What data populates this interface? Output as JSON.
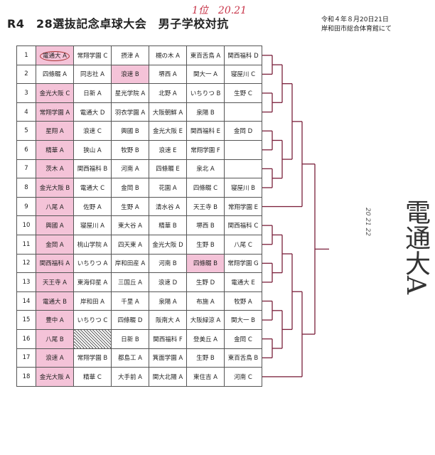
{
  "header": {
    "title": "R4　28選抜記念卓球大会　男子学校対抗",
    "note": "1位　20.21",
    "date": "令和４年８月20日21日",
    "venue": "岸和田市総合体育館にて"
  },
  "highlight_color": "#f4c3d8",
  "groups": [
    {
      "no": "1",
      "teams": [
        "電通大 A",
        "常翔学園 C",
        "摂津 A",
        "槻の木 A",
        "東百舌鳥 A",
        "関西福科 D"
      ],
      "hl": [
        0
      ],
      "circled": 0
    },
    {
      "no": "2",
      "teams": [
        "四條畷 A",
        "同志社 A",
        "浪速 B",
        "堺西 A",
        "関大一 A",
        "寝屋川 C"
      ],
      "hl": [
        2
      ]
    },
    {
      "no": "3",
      "teams": [
        "金光大阪 C",
        "日新 A",
        "星光学院 A",
        "北野 A",
        "いちりつ B",
        "生野 C"
      ],
      "hl": [
        0
      ]
    },
    {
      "no": "4",
      "teams": [
        "常翔学園 A",
        "電通大 D",
        "羽衣学園 A",
        "大阪朝鮮 A",
        "泉陽 B",
        ""
      ],
      "hl": [
        0
      ]
    },
    {
      "no": "5",
      "teams": [
        "星翔 A",
        "浪速 C",
        "興國 B",
        "金光大阪 E",
        "関西福科 E",
        "金岡 D"
      ],
      "hl": [
        0
      ]
    },
    {
      "no": "6",
      "teams": [
        "精華 A",
        "狭山 A",
        "牧野 B",
        "浪速 E",
        "常翔学園 F",
        ""
      ],
      "hl": [
        0
      ]
    },
    {
      "no": "7",
      "teams": [
        "茨木 A",
        "関西福科 B",
        "河南 A",
        "四條畷 E",
        "泉北 A",
        ""
      ],
      "hl": [
        0
      ]
    },
    {
      "no": "8",
      "teams": [
        "金光大阪 B",
        "電通大 C",
        "金岡 B",
        "花園 A",
        "四條畷 C",
        "寝屋川 B"
      ],
      "hl": [
        0
      ]
    },
    {
      "no": "9",
      "teams": [
        "八尾 A",
        "佐野 A",
        "生野 A",
        "清水谷 A",
        "天王寺 B",
        "常翔学園 E"
      ],
      "hl": [
        0
      ]
    },
    {
      "no": "10",
      "teams": [
        "興國 A",
        "寝屋川 A",
        "東大谷 A",
        "精華 B",
        "堺西 B",
        "関西福科 C"
      ],
      "hl": [
        0
      ]
    },
    {
      "no": "11",
      "teams": [
        "金岡 A",
        "桃山学院 A",
        "四天東 A",
        "金光大阪 D",
        "生野 B",
        "八尾 C"
      ],
      "hl": [
        0
      ]
    },
    {
      "no": "12",
      "teams": [
        "関西福科 A",
        "いちりつ A",
        "岸和田産 A",
        "河南 B",
        "四條畷 B",
        "常翔学園 G"
      ],
      "hl": [
        0,
        4
      ]
    },
    {
      "no": "13",
      "teams": [
        "天王寺 A",
        "東海仰星 A",
        "三国丘 A",
        "浪速 D",
        "生野 D",
        "電通大 E"
      ],
      "hl": [
        0
      ]
    },
    {
      "no": "14",
      "teams": [
        "電通大 B",
        "岸和田 A",
        "千里 A",
        "泉陽 A",
        "布施 A",
        "牧野 A"
      ],
      "hl": [
        0
      ]
    },
    {
      "no": "15",
      "teams": [
        "豊中 A",
        "いちりつ C",
        "四條畷 D",
        "阪南大 A",
        "大阪緑涼 A",
        "関大一 B"
      ],
      "hl": [
        0
      ]
    },
    {
      "no": "16",
      "teams": [
        "八尾 B",
        "",
        "日新 B",
        "関西福科 F",
        "登美丘 A",
        "金岡 C"
      ],
      "hl": [
        0
      ],
      "redacted": 1
    },
    {
      "no": "17",
      "teams": [
        "浪速 A",
        "常翔学園 B",
        "都島工 A",
        "箕面学園 A",
        "生野 B",
        "東百舌鳥 B"
      ],
      "hl": [
        0
      ]
    },
    {
      "no": "18",
      "teams": [
        "金光大阪 A",
        "精華 C",
        "大手前 A",
        "関大北陽 A",
        "東住吉 A",
        "河南 C"
      ],
      "hl": [
        0
      ]
    }
  ],
  "bracket_scores": [
    "20",
    "21",
    "22"
  ],
  "winner": "電通大A"
}
